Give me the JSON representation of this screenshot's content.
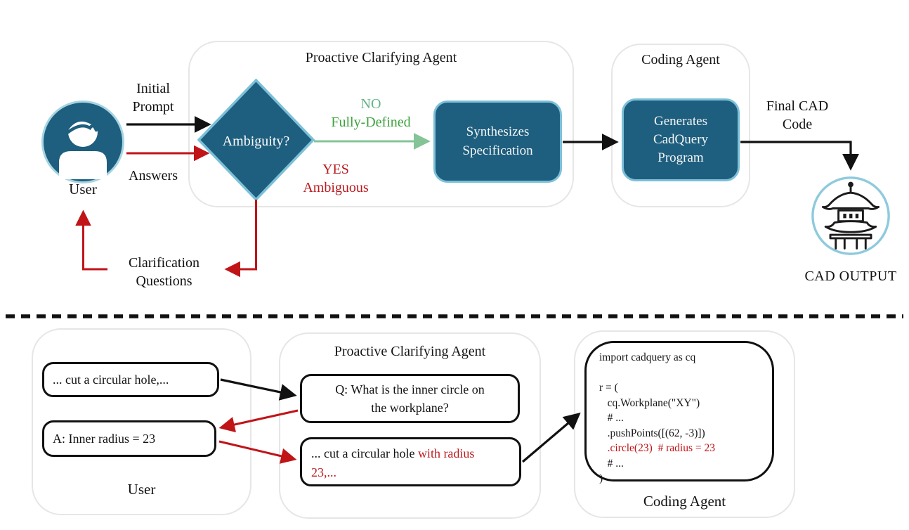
{
  "colors": {
    "teal_fill": "#1e5e7e",
    "teal_border": "#7cc0d8",
    "panel_border": "#e6e6e6",
    "arrow_black": "#111111",
    "arrow_red": "#c01418",
    "arrow_green": "#85c497",
    "text_green_light": "#63b388",
    "text_green_dark": "#3fa23f",
    "text_red": "#bb1a1e",
    "pagoda_ring": "#8ecadd"
  },
  "top": {
    "user_label": "User",
    "initial_prompt_label": "Initial\nPrompt",
    "answers_label": "Answers",
    "clarification_label": "Clarification\nQuestions",
    "proactive_panel_title": "Proactive Clarifying Agent",
    "diamond_label": "Ambiguity?",
    "no_branch_line1": "NO",
    "no_branch_line2": "Fully-Defined",
    "yes_branch_line1": "YES",
    "yes_branch_line2": "Ambiguous",
    "synthesizes_box": "Synthesizes\nSpecification",
    "coding_panel_title": "Coding Agent",
    "generates_box": "Generates\nCadQuery\nProgram",
    "final_cad_label": "Final CAD\nCode",
    "cad_output_label": "CAD OUTPUT"
  },
  "bottom": {
    "user_panel": {
      "prompt_box": "... cut a circular hole,...",
      "answer_box": "A: Inner radius = 23",
      "label": "User"
    },
    "clarifying_panel": {
      "title": "Proactive Clarifying Agent",
      "question_box": "Q: What is the inner circle on\nthe workplane?",
      "refined_prompt_black": "... cut a circular hole ",
      "refined_prompt_red_1": "with radius",
      "refined_prompt_red_2": "23,..."
    },
    "coding_panel": {
      "label": "Coding Agent",
      "code_lines": [
        "import cadquery as cq",
        "",
        "r = (",
        "   cq.Workplane(\"XY\")",
        "   # ...",
        "   .pushPoints([(62, -3)])",
        "   .circle(23)  # radius = 23",
        "   # ...",
        ")"
      ]
    }
  }
}
